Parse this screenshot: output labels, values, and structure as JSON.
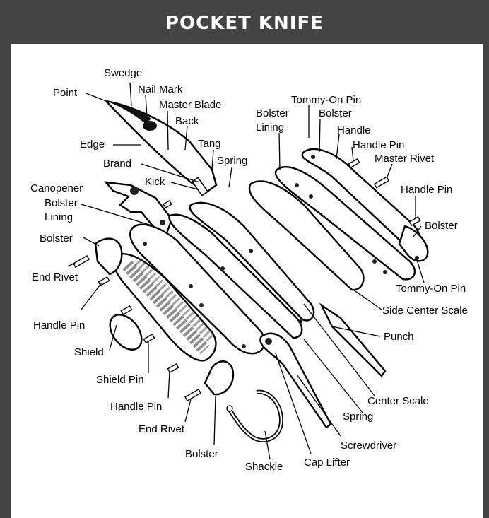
{
  "title": "POCKET KNIFE",
  "labels": {
    "swedge": "Swedge",
    "point": "Point",
    "nail_mark": "Nail Mark",
    "master_blade": "Master Blade",
    "back": "Back",
    "edge": "Edge",
    "tang": "Tang",
    "brand": "Brand",
    "spring_top": "Spring",
    "kick": "Kick",
    "canopener": "Canopener",
    "bolster_lining_left_1": "Bolster",
    "bolster_lining_left_2": "Lining",
    "bolster_left": "Bolster",
    "end_rivet_top": "End Rivet",
    "handle_pin_left": "Handle Pin",
    "shield": "Shield",
    "shield_pin": "Shield Pin",
    "handle_pin_bottom": "Handle Pin",
    "end_rivet_bottom": "End Rivet",
    "bolster_bottom": "Bolster",
    "shackle": "Shackle",
    "cap_lifter": "Cap Lifter",
    "screwdriver": "Screwdriver",
    "spring_bottom": "Spring",
    "center_scale": "Center Scale",
    "punch": "Punch",
    "side_center_scale": "Side Center Scale",
    "tommy_on_pin_bottom": "Tommy-On Pin",
    "bolster_right": "Bolster",
    "handle_pin_right": "Handle Pin",
    "master_rivet": "Master Rivet",
    "handle_pin_top": "Handle Pin",
    "handle": "Handle",
    "bolster_top": "Bolster",
    "tommy_on_pin_top": "Tommy-On Pin",
    "bolster_lining_right_1": "Bolster",
    "bolster_lining_right_2": "Lining"
  }
}
